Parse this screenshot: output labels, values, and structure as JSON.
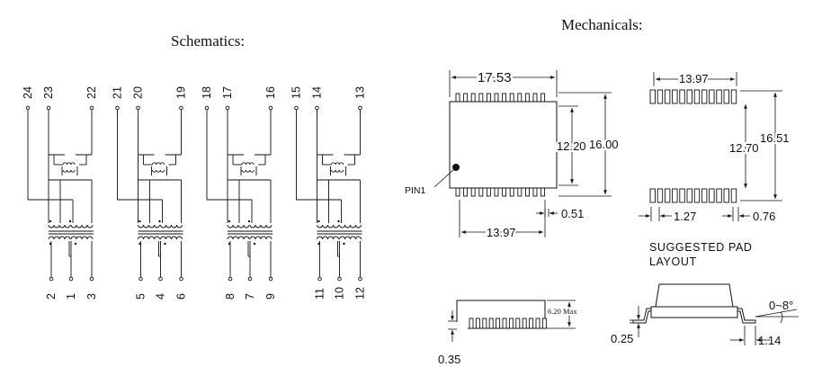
{
  "headings": {
    "schematics": "Schematics:",
    "mechanicals": "Mechanicals:"
  },
  "schematic": {
    "channels": [
      {
        "top": [
          "24",
          "23",
          "22"
        ],
        "bottom": [
          "2",
          "1",
          "3"
        ]
      },
      {
        "top": [
          "21",
          "20",
          "19"
        ],
        "bottom": [
          "5",
          "4",
          "6"
        ]
      },
      {
        "top": [
          "18",
          "17",
          "16"
        ],
        "bottom": [
          "8",
          "7",
          "9"
        ]
      },
      {
        "top": [
          "15",
          "14",
          "13"
        ],
        "bottom": [
          "11",
          "10",
          "12"
        ]
      }
    ]
  },
  "mechanical": {
    "top_view": {
      "width": "17.53",
      "inner_height": "12.20",
      "height": "16.00",
      "span": "13.97",
      "pitch": "0.51",
      "pin1": "PIN1"
    },
    "pad_layout": {
      "width": "13.97",
      "inner": "12.70",
      "outer": "16.51",
      "pitch": "1.27",
      "pad": "0.76",
      "caption_line1": "SUGGESTED PAD",
      "caption_line2": "LAYOUT"
    },
    "side_view": {
      "height": "6.20 Max",
      "standoff": "0.35"
    },
    "end_view": {
      "angle": "0~8°",
      "lead": "0.25",
      "foot": "1.14"
    }
  }
}
